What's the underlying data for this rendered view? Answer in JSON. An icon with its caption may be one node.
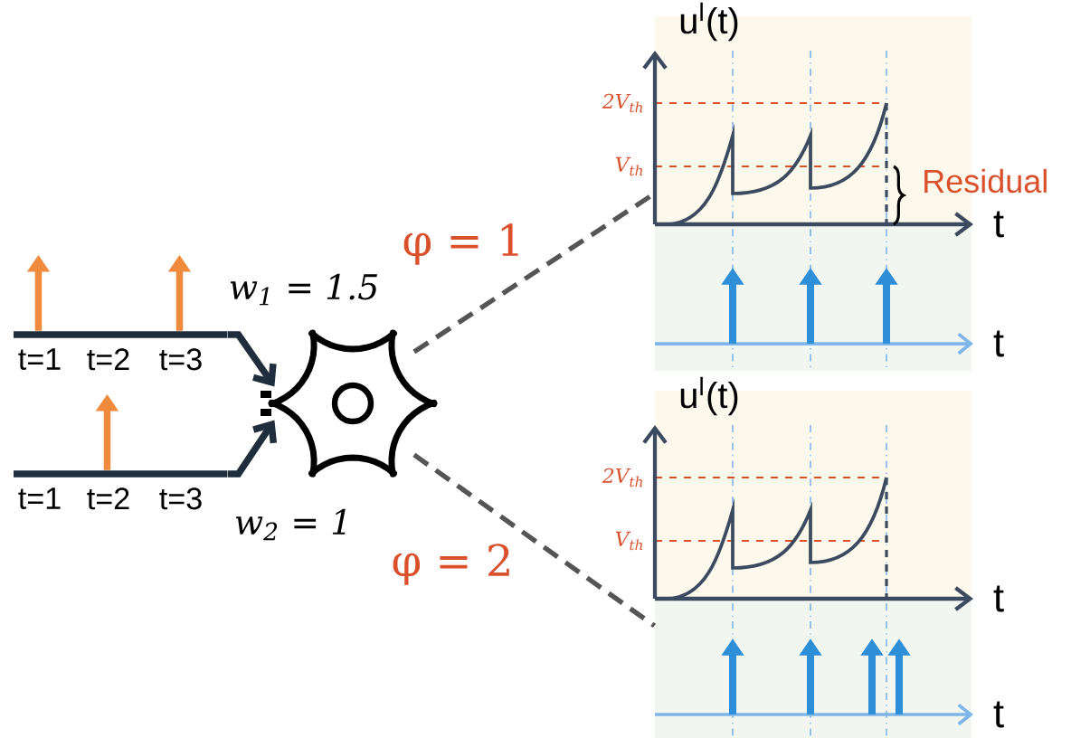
{
  "diagram": {
    "nodes": [
      {
        "text": [],
        "shape": "line",
        "beside": [
          "t=1",
          "t=2",
          "t=3"
        ]
      },
      {
        "text": [],
        "shape": "line",
        "beside": [
          "t=1",
          "t=2",
          "t=3"
        ]
      },
      {
        "text": [],
        "shape": "picture"
      },
      {
        "text": [
          "u$^{l}$(t)",
          "2V$_{th}$",
          "V$_{th}$",
          "Residual",
          "t",
          "t"
        ]
      },
      {
        "text": [
          "u$^{l}$(t)",
          "2V$_{th}$",
          "V$_{th}$",
          "t",
          "t"
        ]
      }
    ],
    "edges": [
      {
        "from": 0,
        "to": 2,
        "arrow": "to",
        "label": "w$_{1}$ = 1.5",
        "color": "#1f2d3d"
      },
      {
        "from": 1,
        "to": 2,
        "arrow": "to",
        "label": "w$_{2}$ = 1",
        "color": "#1f2d3d"
      },
      {
        "from": 2,
        "to": 3,
        "arrow": "none",
        "label": "φ = 1",
        "style": "dashed",
        "color": "#555555"
      },
      {
        "from": 2,
        "to": 4,
        "arrow": "none",
        "label": "φ = 2",
        "style": "dashed",
        "color": "#555555"
      },
      {
        "from": 0,
        "to": null,
        "arrow": "to",
        "color": "#f08a3c"
      },
      {
        "from": 0,
        "to": null,
        "arrow": "to",
        "color": "#f08a3c"
      },
      {
        "from": 1,
        "to": null,
        "arrow": "to",
        "color": "#f08a3c"
      }
    ]
  }
}
